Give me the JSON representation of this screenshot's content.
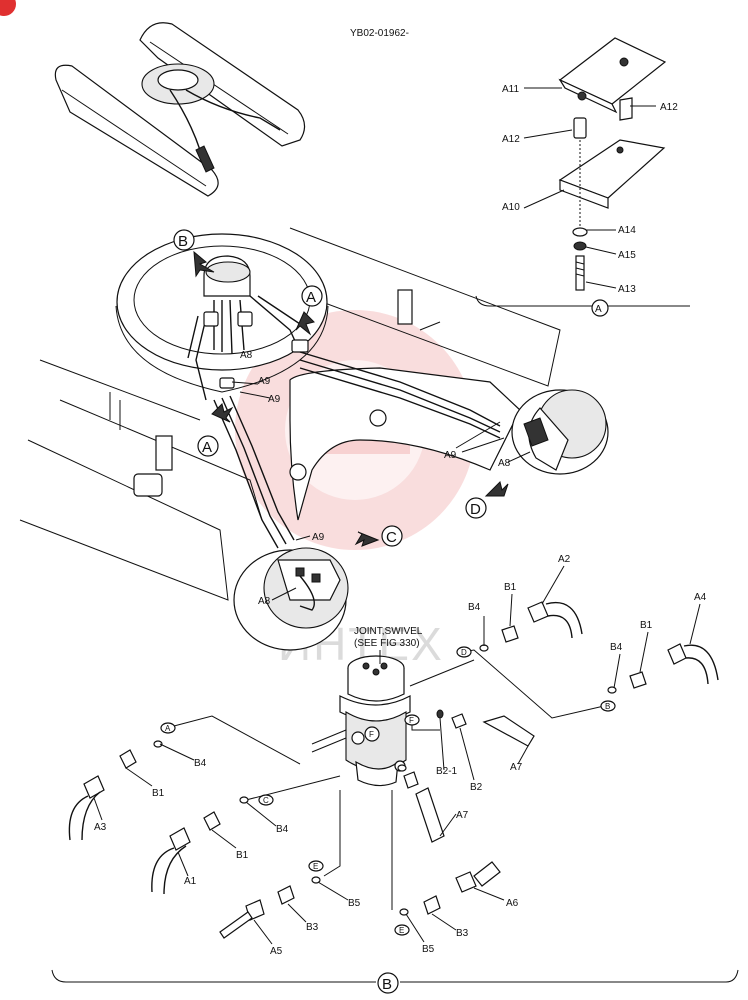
{
  "title": {
    "code": "YB02-01962-"
  },
  "watermark": {
    "text": "ИНТЕХ"
  },
  "joint_note": {
    "line1": "JOINT,SWIVEL",
    "line2": "(SEE FIG 330)"
  },
  "views": {
    "A": "A",
    "B": "B",
    "C": "C",
    "D": "D",
    "E": "E",
    "F": "F"
  },
  "parts": {
    "A1": "A1",
    "A2": "A2",
    "A3": "A3",
    "A4": "A4",
    "A5": "A5",
    "A6": "A6",
    "A7": "A7",
    "A8": "A8",
    "A9": "A9",
    "A10": "A10",
    "A11": "A11",
    "A12": "A12",
    "A13": "A13",
    "A14": "A14",
    "A15": "A15",
    "B1": "B1",
    "B2": "B2",
    "B2_1": "B2-1",
    "B3": "B3",
    "B4": "B4",
    "B5": "B5"
  }
}
